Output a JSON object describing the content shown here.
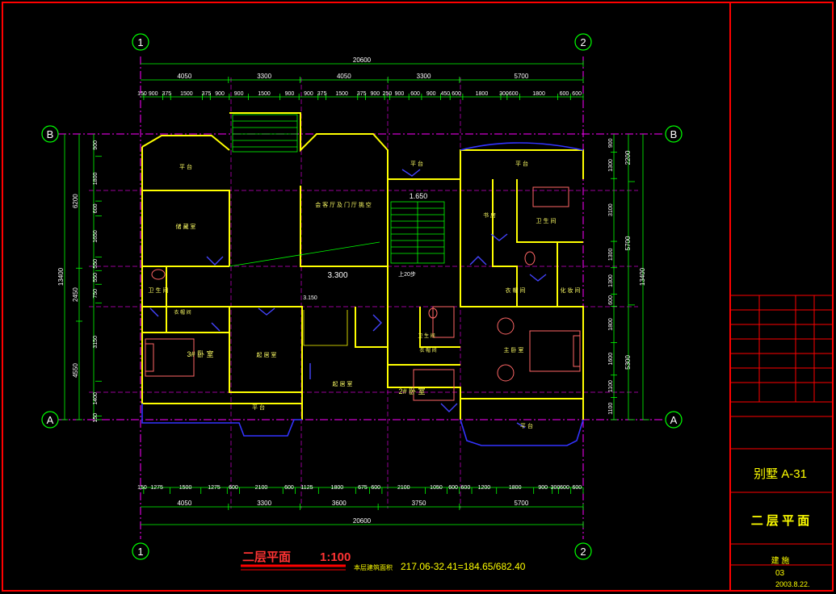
{
  "grid": {
    "col1": "1",
    "col2": "2",
    "rowA": "A",
    "rowB": "B"
  },
  "dims": {
    "top_total": "20600",
    "top_row1": [
      "4050",
      "3300",
      "4050",
      "3300",
      "5700"
    ],
    "top_row2": [
      "150",
      "900",
      "375",
      "1500",
      "375",
      "900",
      "900",
      "1500",
      "900",
      "900",
      "375",
      "1500",
      "375",
      "900",
      "250",
      "900",
      "600",
      "900",
      "450",
      "600",
      "1800",
      "300",
      "600",
      "1800",
      "600",
      "600"
    ],
    "bottom_total": "20600",
    "bottom_row1": [
      "4050",
      "3300",
      "3600",
      "3750",
      "5700"
    ],
    "bottom_row2": [
      "150",
      "1275",
      "1500",
      "1275",
      "600",
      "2100",
      "600",
      "1125",
      "1800",
      "675",
      "600",
      "2100",
      "1050",
      "600",
      "600",
      "1200",
      "1800",
      "900",
      "300",
      "600",
      "600"
    ],
    "left_total": "13400",
    "left_row1": [
      "6200",
      "2450",
      "4550"
    ],
    "left_row2": [
      "900",
      "1800",
      "600",
      "1650",
      "550",
      "550",
      "750",
      "3150",
      "1400",
      "150"
    ],
    "right_total": "13400",
    "right_row1": [
      "2200",
      "5700",
      "5300"
    ],
    "right_row2": [
      "900",
      "1300",
      "3100",
      "1300",
      "1300",
      "600",
      "1800",
      "1600",
      "1100",
      "1100"
    ]
  },
  "rooms": {
    "terrace": "平 台",
    "storage": "储 藏 室",
    "wc": "卫 生 间",
    "cloak": "衣 帽 间",
    "bedroom3": "3# 卧 室",
    "study": "起 居 室",
    "void": "会 客 厅 及 门 厅 挑 空",
    "stair_mark": "1.650",
    "level_main": "3.300",
    "level_lower": "3.150",
    "up_mark": "上20步",
    "study2": "书 房",
    "wc2": "卫 生 间",
    "bedroom2": "2# 卧 室",
    "master": "主 卧 室",
    "master_wc": "卫 生 间",
    "master_cloak": "衣 帽 间",
    "dressing": "化 妆 间",
    "living": "起 居 室"
  },
  "title": {
    "main": "二层平面",
    "scale": "1:100",
    "area_label": "本层建筑面积",
    "area_value": "217.06-32.41=184.65/682.40"
  },
  "titleblock": {
    "project": "别墅  A-31",
    "drawing": "二 层 平 面",
    "stage": "建 施",
    "number": "03",
    "date": "2003.8.22."
  },
  "colors": {
    "frame": "#ff0000",
    "dim": "#00ff00",
    "axis": "#ff00ff",
    "wall": "#ffff00",
    "door": "#3333ff",
    "text": "#ffffff",
    "room_text": "#ffff66"
  }
}
